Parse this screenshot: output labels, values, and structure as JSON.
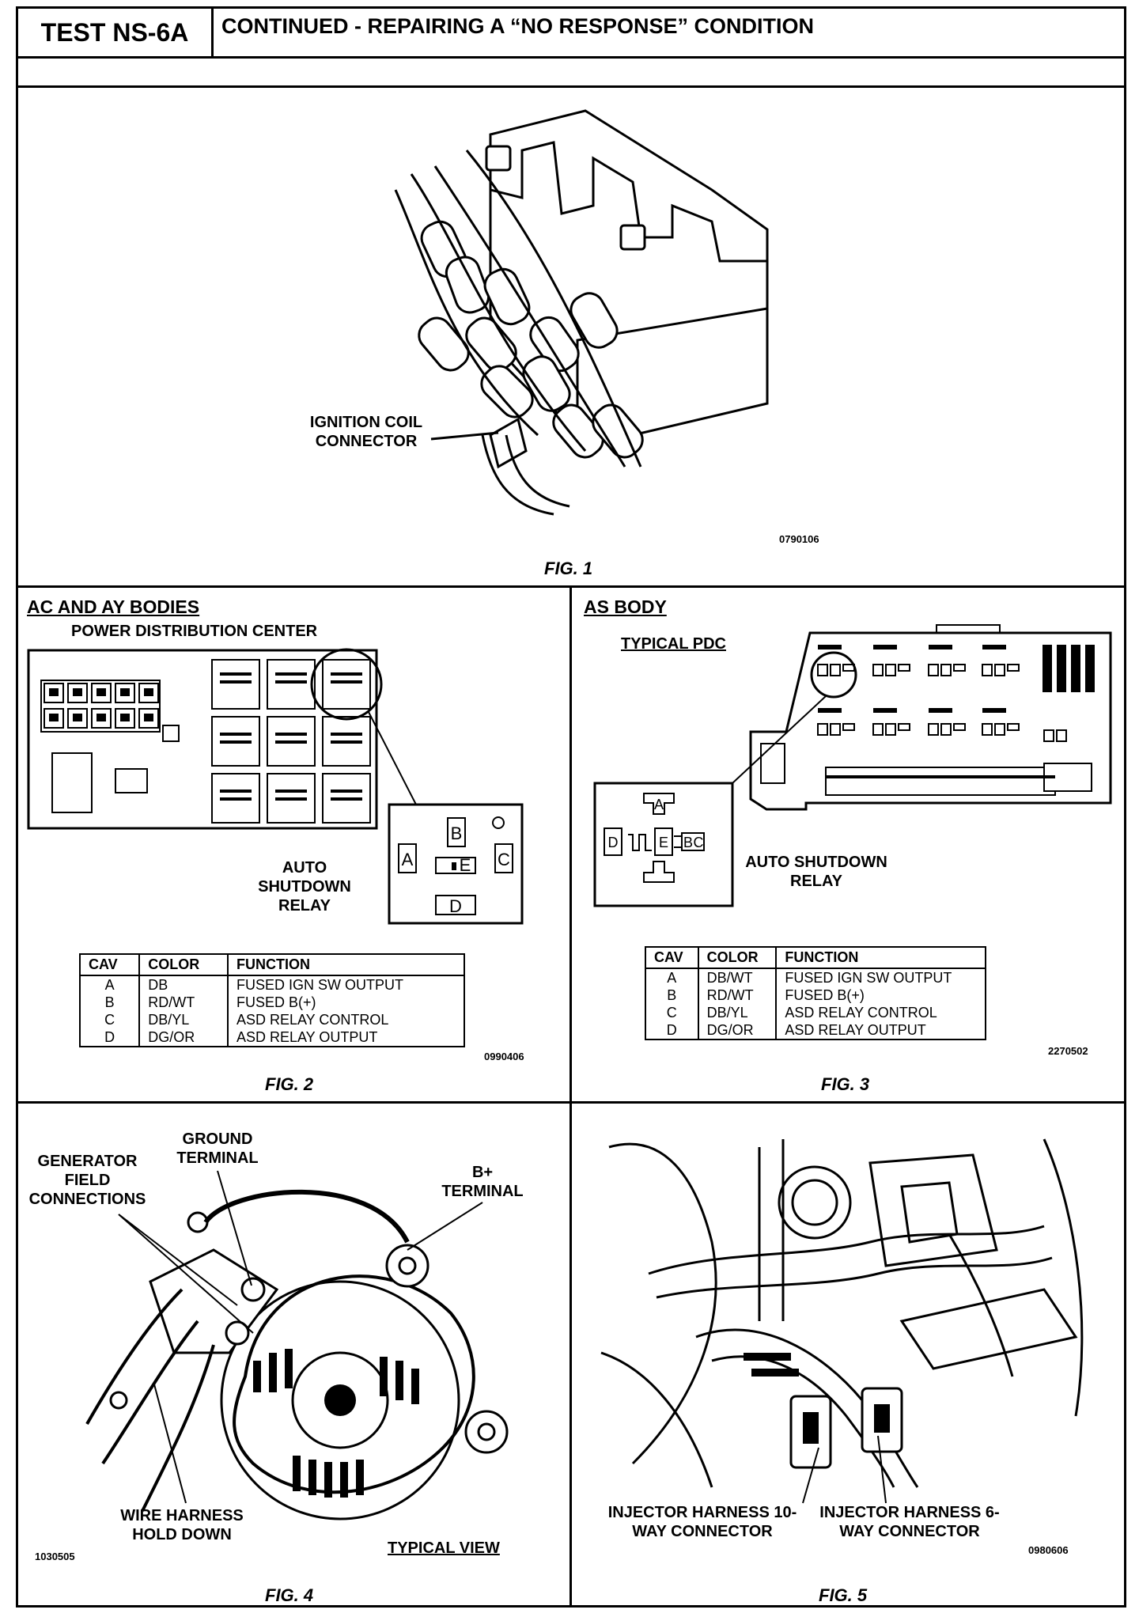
{
  "header": {
    "test_id": "TEST NS-6A",
    "title": "CONTINUED - REPAIRING A “NO RESPONSE” CONDITION"
  },
  "fig1": {
    "callout": "IGNITION COIL CONNECTOR",
    "code": "0790106",
    "caption": "FIG. 1"
  },
  "fig2": {
    "section_title": "AC AND AY BODIES",
    "subtitle": "POWER DISTRIBUTION CENTER",
    "relay_label": "AUTO SHUTDOWN RELAY",
    "pins": [
      "A",
      "B",
      "C",
      "D",
      "E"
    ],
    "table": {
      "headers": [
        "CAV",
        "COLOR",
        "FUNCTION"
      ],
      "rows": [
        [
          "A",
          "DB",
          "FUSED IGN SW OUTPUT"
        ],
        [
          "B",
          "RD/WT",
          "FUSED B(+)"
        ],
        [
          "C",
          "DB/YL",
          "ASD RELAY CONTROL"
        ],
        [
          "D",
          "DG/OR",
          "ASD RELAY OUTPUT"
        ]
      ]
    },
    "code": "0990406",
    "caption": "FIG. 2"
  },
  "fig3": {
    "section_title": "AS BODY",
    "subtitle": "TYPICAL PDC",
    "relay_label": "AUTO SHUTDOWN RELAY",
    "pins": [
      "A",
      "B",
      "C",
      "D",
      "E"
    ],
    "table": {
      "headers": [
        "CAV",
        "COLOR",
        "FUNCTION"
      ],
      "rows": [
        [
          "A",
          "DB/WT",
          "FUSED IGN SW OUTPUT"
        ],
        [
          "B",
          "RD/WT",
          "FUSED B(+)"
        ],
        [
          "C",
          "DB/YL",
          "ASD RELAY CONTROL"
        ],
        [
          "D",
          "DG/OR",
          "ASD RELAY OUTPUT"
        ]
      ]
    },
    "code": "2270502",
    "caption": "FIG. 3"
  },
  "fig4": {
    "ground_terminal": "GROUND TERMINAL",
    "field_connections": "GENERATOR FIELD CONNECTIONS",
    "b_terminal": "B+ TERMINAL",
    "hold_down": "WIRE HARNESS HOLD DOWN",
    "view": "TYPICAL VIEW",
    "code": "1030505",
    "caption": "FIG. 4"
  },
  "fig5": {
    "connector_10way": "INJECTOR HARNESS 10-WAY CONNECTOR",
    "connector_6way": "INJECTOR HARNESS 6-WAY CONNECTOR",
    "code": "0980606",
    "caption": "FIG. 5"
  }
}
